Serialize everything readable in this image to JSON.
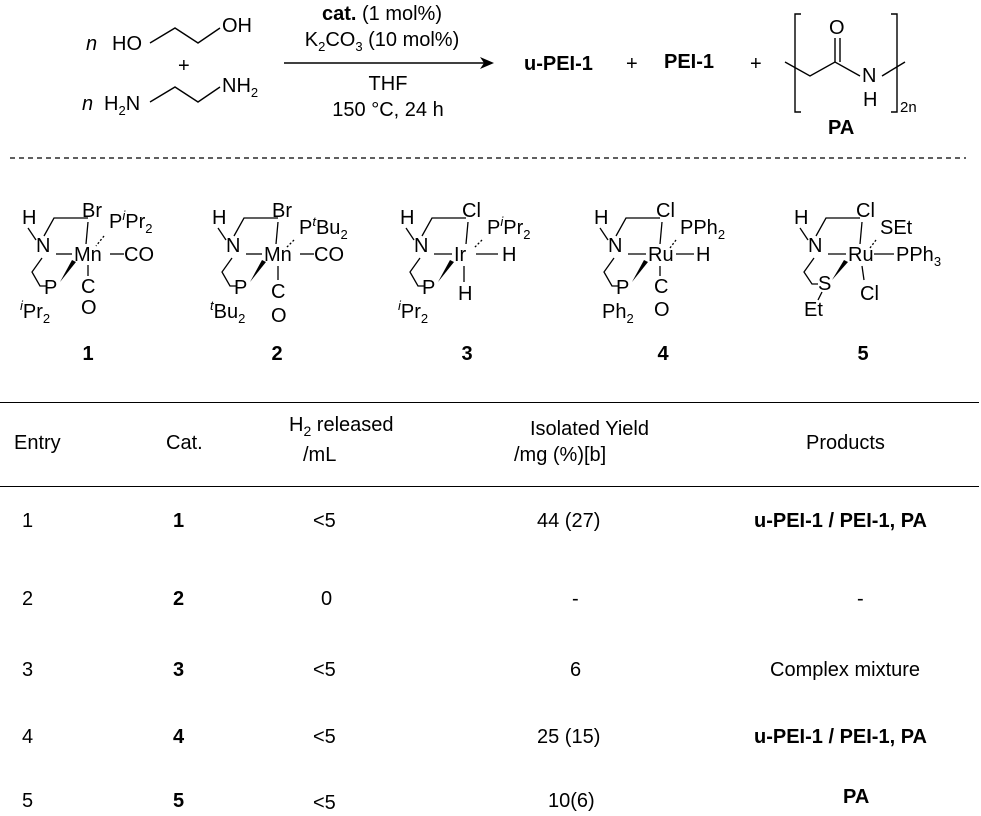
{
  "scheme": {
    "n1": "n",
    "diol_ho": "HO",
    "diol_oh": "OH",
    "plus1": "+",
    "n2": "n",
    "diamine_h2n": "H",
    "diamine_h2n_sub": "2",
    "diamine_n": "N",
    "diamine_nh2": "NH",
    "diamine_nh2_sub": "2",
    "cond1_bold": "cat.",
    "cond1_rest": " (1 mol%)",
    "cond2_a": "K",
    "cond2_sub1": "2",
    "cond2_b": "CO",
    "cond2_sub2": "3",
    "cond2_c": " (10 mol%)",
    "cond3": "THF",
    "cond4": "150 °C, 24 h",
    "prod1": "u-PEI-1",
    "plus2": "+",
    "prod2": "PEI-1",
    "plus3": "+",
    "pa_o": "O",
    "pa_n": "N",
    "pa_h": "H",
    "pa_sub": "2n",
    "pa_label": "PA"
  },
  "catalysts": [
    {
      "number": "1",
      "metal": "Mn",
      "top": "Br",
      "p_top": "P",
      "p_top_sup": "i",
      "p_top_rest": "Pr",
      "p_top_sub": "2",
      "right": "CO",
      "bottom": "C",
      "bottom2": "O",
      "n": "N",
      "h": "H",
      "p_low": "P",
      "low_sup": "i",
      "low_rest": "Pr",
      "low_sub": "2"
    },
    {
      "number": "2",
      "metal": "Mn",
      "top": "Br",
      "p_top": "P",
      "p_top_sup": "t",
      "p_top_rest": "Bu",
      "p_top_sub": "2",
      "right": "CO",
      "bottom": "C",
      "bottom2": "O",
      "n": "N",
      "h": "H",
      "p_low": "P",
      "low_sup": "t",
      "low_rest": "Bu",
      "low_sub": "2"
    },
    {
      "number": "3",
      "metal": "Ir",
      "top": "Cl",
      "p_top": "P",
      "p_top_sup": "i",
      "p_top_rest": "Pr",
      "p_top_sub": "2",
      "right": "H",
      "bottom": "H",
      "n": "N",
      "h": "H",
      "p_low": "P",
      "low_sup": "i",
      "low_rest": "Pr",
      "low_sub": "2"
    },
    {
      "number": "4",
      "metal": "Ru",
      "top": "Cl",
      "p_top": "PPh",
      "p_top_sub": "2",
      "right": "H",
      "bottom": "C",
      "bottom2": "O",
      "n": "N",
      "h": "H",
      "p_low": "P",
      "low_rest": "Ph",
      "low_sub": "2"
    },
    {
      "number": "5",
      "metal": "Ru",
      "top": "Cl",
      "s_top": "SEt",
      "right": "PPh",
      "right_sub": "3",
      "bottom": "Cl",
      "n": "N",
      "h": "H",
      "s_low": "S",
      "low_rest": "Et"
    }
  ],
  "table": {
    "headers": {
      "entry": "Entry",
      "cat": "Cat.",
      "h2_a": "H",
      "h2_sub": "2",
      "h2_b": " released",
      "h2_unit": "/mL",
      "yield_a": "Isolated Yield",
      "yield_b": "/mg (%)[b]",
      "products": "Products"
    },
    "rows": [
      {
        "entry": "1",
        "cat": "1",
        "h2": "<5",
        "yield": "44 (27)",
        "products": "u-PEI-1 / PEI-1, PA",
        "bold_products": true
      },
      {
        "entry": "2",
        "cat": "2",
        "h2": "0",
        "yield": "-",
        "products": "-",
        "bold_products": false
      },
      {
        "entry": "3",
        "cat": "3",
        "h2": "<5",
        "yield": "6",
        "products": "Complex mixture",
        "bold_products": false
      },
      {
        "entry": "4",
        "cat": "4",
        "h2": "<5",
        "yield": "25 (15)",
        "products": "u-PEI-1 / PEI-1, PA",
        "bold_products": true
      },
      {
        "entry": "5",
        "cat": "5",
        "h2": "<5",
        "yield": "10(6)",
        "products": "PA",
        "bold_products": true
      }
    ]
  }
}
